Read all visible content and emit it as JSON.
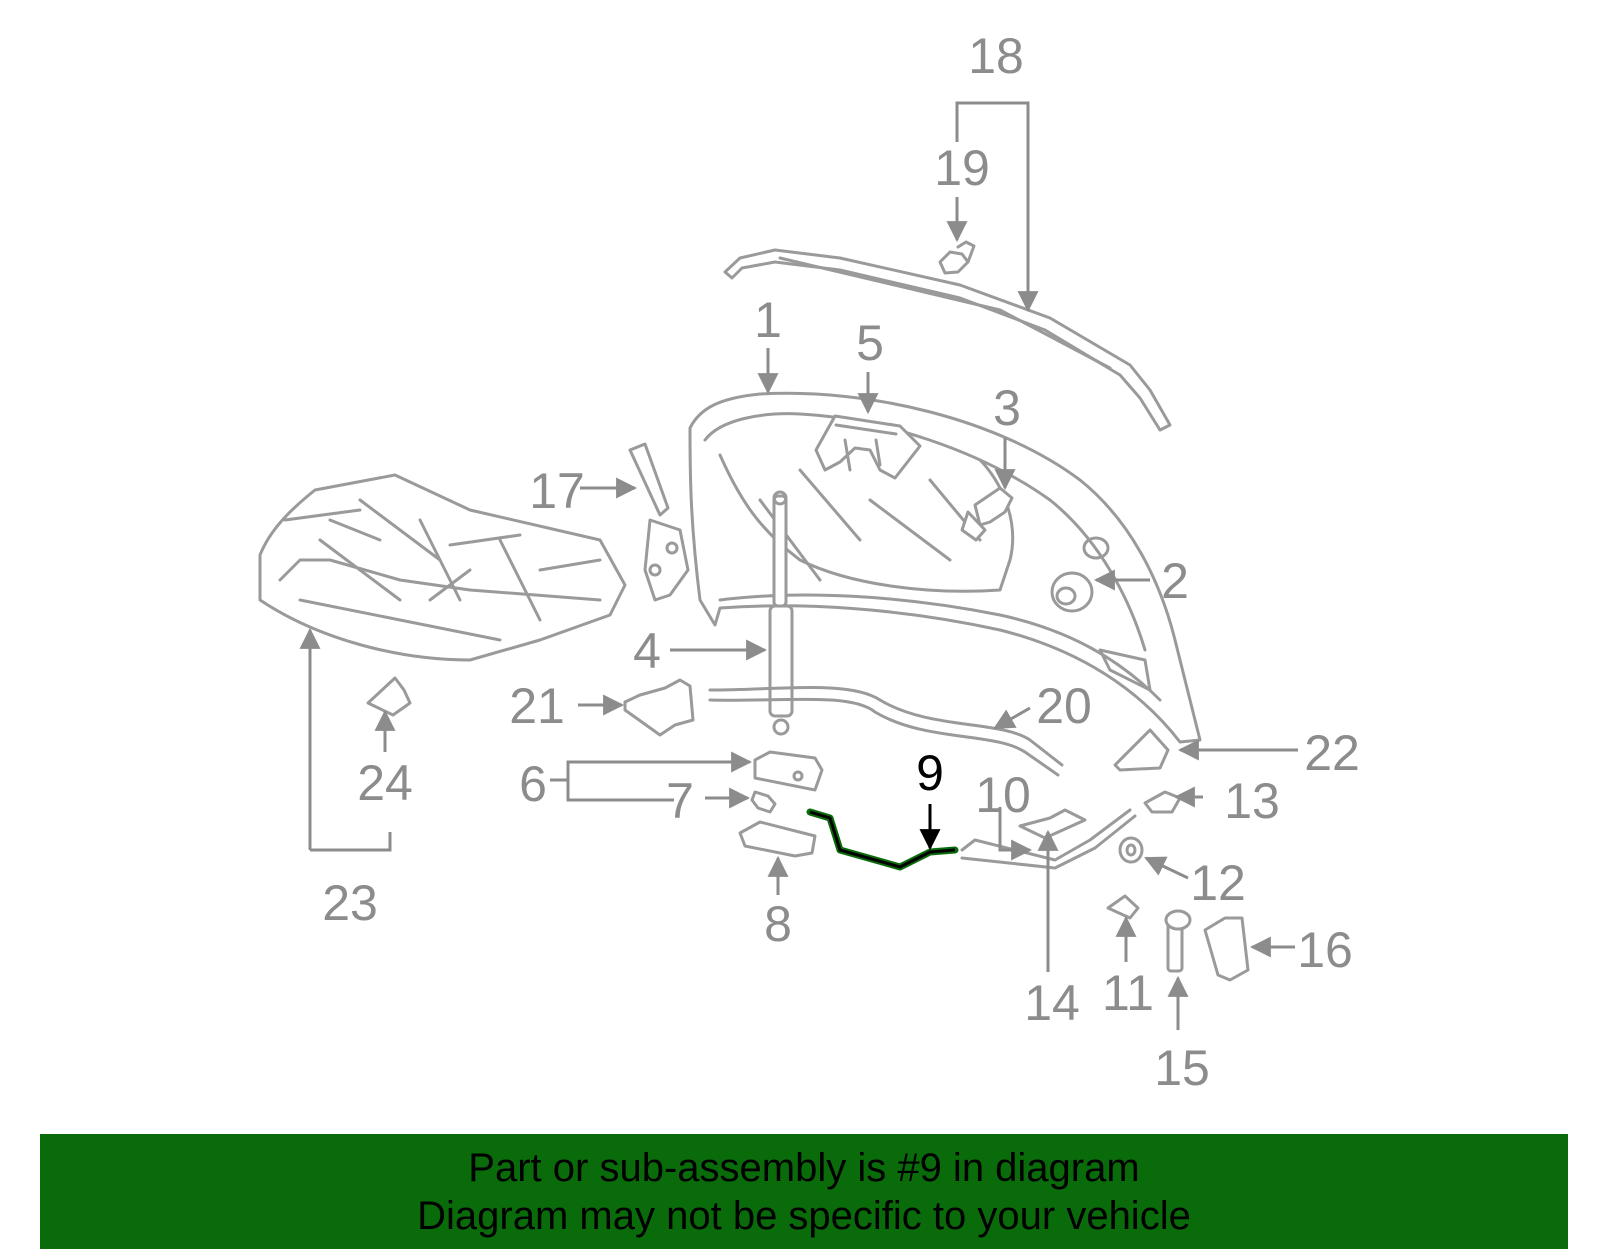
{
  "diagram": {
    "callouts": [
      {
        "id": "1",
        "label": "1"
      },
      {
        "id": "2",
        "label": "2"
      },
      {
        "id": "3",
        "label": "3"
      },
      {
        "id": "4",
        "label": "4"
      },
      {
        "id": "5",
        "label": "5"
      },
      {
        "id": "6",
        "label": "6"
      },
      {
        "id": "7",
        "label": "7"
      },
      {
        "id": "8",
        "label": "8"
      },
      {
        "id": "9",
        "label": "9"
      },
      {
        "id": "10",
        "label": "10"
      },
      {
        "id": "11",
        "label": "11"
      },
      {
        "id": "12",
        "label": "12"
      },
      {
        "id": "13",
        "label": "13"
      },
      {
        "id": "14",
        "label": "14"
      },
      {
        "id": "15",
        "label": "15"
      },
      {
        "id": "16",
        "label": "16"
      },
      {
        "id": "17",
        "label": "17"
      },
      {
        "id": "18",
        "label": "18"
      },
      {
        "id": "19",
        "label": "19"
      },
      {
        "id": "20",
        "label": "20"
      },
      {
        "id": "21",
        "label": "21"
      },
      {
        "id": "22",
        "label": "22"
      },
      {
        "id": "23",
        "label": "23"
      },
      {
        "id": "24",
        "label": "24"
      }
    ],
    "highlighted_part": "9",
    "colors": {
      "line_art": "#9a9a9a",
      "highlight_part": "#0a6b0a",
      "banner_background": "#0a6b0a"
    }
  },
  "banner": {
    "line1": "Part or sub-assembly is #9 in diagram",
    "line2": "Diagram may not be specific to your vehicle"
  }
}
